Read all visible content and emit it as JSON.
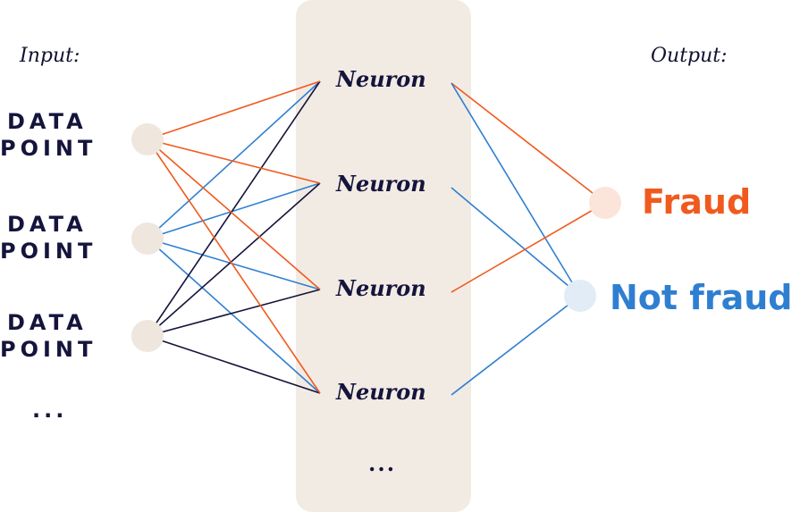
{
  "labels": {
    "input": "Input:",
    "output": "Output:"
  },
  "inputs": [
    {
      "line1": "DATA",
      "line2": "POINT"
    },
    {
      "line1": "DATA",
      "line2": "POINT"
    },
    {
      "line1": "DATA",
      "line2": "POINT"
    }
  ],
  "input_ellipsis": "...",
  "neurons": [
    "Neuron",
    "Neuron",
    "Neuron",
    "Neuron"
  ],
  "hidden_ellipsis": "...",
  "outputs": [
    {
      "label": "Fraud",
      "color": "#f05a1e"
    },
    {
      "label": "Not fraud",
      "color": "#2f7fd1"
    }
  ],
  "colors": {
    "orange": "#f05a1e",
    "blue": "#2f7fd1",
    "navy": "#14143c",
    "panel": "#f2ebe4",
    "input_dot": "#efe6dd",
    "fraud_dot": "#fbe4da",
    "notfraud_dot": "#e1ecf7"
  },
  "edges_input_hidden": {
    "input_0": {
      "color": "orange",
      "to": [
        0,
        1,
        2,
        3
      ]
    },
    "input_1": {
      "color": "blue",
      "to": [
        0,
        1,
        2,
        3
      ]
    },
    "input_2": {
      "color": "navy",
      "to": [
        0,
        1,
        2,
        3
      ]
    }
  },
  "edges_hidden_output": [
    {
      "from": 0,
      "to": 0,
      "color": "orange"
    },
    {
      "from": 0,
      "to": 1,
      "color": "blue"
    },
    {
      "from": 1,
      "to": 1,
      "color": "blue"
    },
    {
      "from": 2,
      "to": 0,
      "color": "orange"
    },
    {
      "from": 3,
      "to": 1,
      "color": "blue"
    }
  ]
}
